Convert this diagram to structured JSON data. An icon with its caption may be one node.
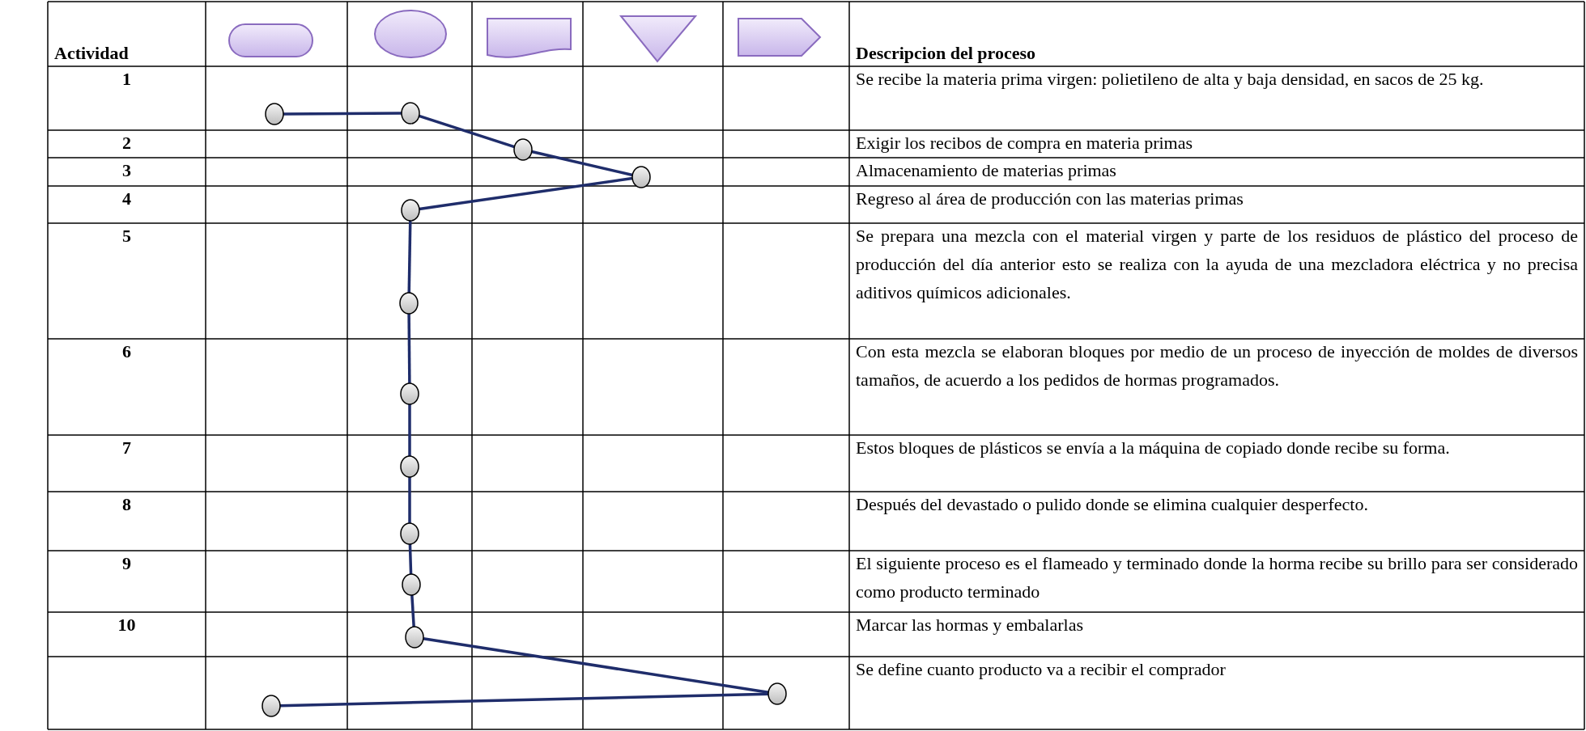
{
  "diagram": {
    "nodes": [
      {
        "text": [],
        "shape": "circle"
      },
      {
        "text": [],
        "shape": "circle"
      },
      {
        "text": [],
        "shape": "circle"
      },
      {
        "text": [],
        "shape": "circle"
      },
      {
        "text": [],
        "shape": "circle"
      },
      {
        "text": [],
        "shape": "circle"
      },
      {
        "text": [],
        "shape": "circle"
      },
      {
        "text": [],
        "shape": "circle"
      },
      {
        "text": [],
        "shape": "circle"
      },
      {
        "text": [],
        "shape": "circle"
      },
      {
        "text": [],
        "shape": "circle"
      },
      {
        "text": [],
        "shape": "circle"
      },
      {
        "text": [],
        "shape": "circle"
      }
    ],
    "edges": [
      {
        "from": 0,
        "to": 1,
        "arrow": "none"
      },
      {
        "from": 1,
        "to": 2,
        "arrow": "none"
      },
      {
        "from": 2,
        "to": 3,
        "arrow": "none"
      },
      {
        "from": 3,
        "to": 4,
        "arrow": "none"
      },
      {
        "from": 4,
        "to": 5,
        "arrow": "none"
      },
      {
        "from": 5,
        "to": 6,
        "arrow": "none"
      },
      {
        "from": 6,
        "to": 7,
        "arrow": "none"
      },
      {
        "from": 7,
        "to": 8,
        "arrow": "none"
      },
      {
        "from": 8,
        "to": 9,
        "arrow": "none"
      },
      {
        "from": 9,
        "to": 10,
        "arrow": "none"
      },
      {
        "from": 10,
        "to": 11,
        "arrow": "none"
      },
      {
        "from": 11,
        "to": 12,
        "arrow": "none"
      }
    ],
    "labels": [
      "Actividad",
      "Descripcion del proceso",
      "1",
      "Se recibe la materia prima virgen: polietileno de alta y baja densidad, en sacos de 25 kg.",
      "2",
      "Exigir los recibos de compra en materia primas",
      "3",
      "Almacenamiento de materias  primas",
      "4",
      "Regreso al área de producción  con las materias primas",
      "5",
      "Se prepara una mezcla con el material virgen y parte de los residuos de plástico del proceso de producción del día anterior esto se realiza con la ayuda de una mezcladora eléctrica y no precisa aditivos químicos adicionales.",
      "6",
      "Con esta mezcla se elaboran bloques por medio de un proceso de inyección de moldes de diversos tamaños, de acuerdo a los pedidos de hormas programados.",
      "7",
      "Estos bloques de plásticos se envía a la máquina de copiado donde recibe su forma.",
      "8",
      "Después del devastado o pulido donde se elimina cualquier desperfecto.",
      "9",
      "El siguiente proceso es el flameado y terminado donde la horma recibe su brillo para ser considerado como producto terminado",
      "10",
      "Marcar las hormas y embalarlas",
      "Se define cuanto producto va a recibir el comprador"
    ]
  }
}
